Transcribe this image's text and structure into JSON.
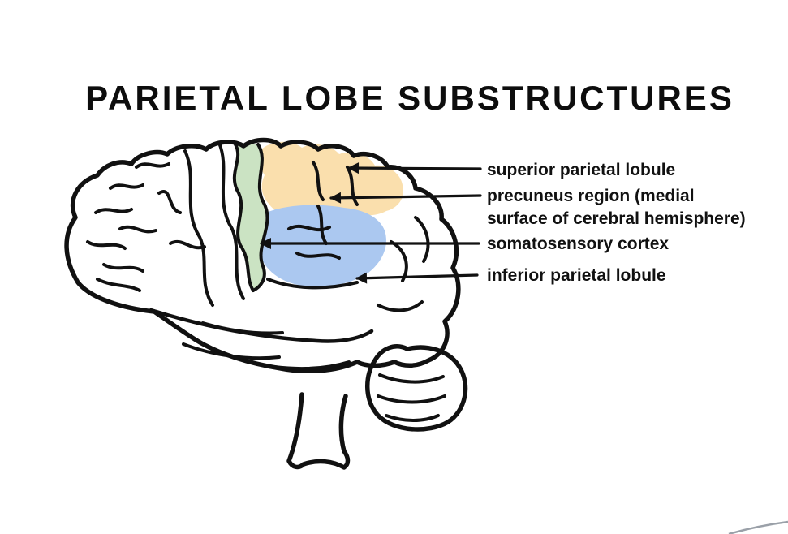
{
  "title": "PARIETAL LOBE SUBSTRUCTURES",
  "labels": {
    "superior_parietal_lobule": "superior parietal lobule",
    "precuneus_line1": "precuneus region (medial",
    "precuneus_line2": "surface of cerebral hemisphere)",
    "somatosensory_cortex": "somatosensory cortex",
    "inferior_parietal_lobule": "inferior parietal lobule"
  },
  "colors": {
    "superior_parietal_region": "#fadfad",
    "inferior_parietal_region": "#abc8f0",
    "somatosensory_region": "#cbe3c3",
    "line_color": "#111111",
    "corner_curve_color": "#9aa0a8",
    "background": "#ffffff"
  }
}
